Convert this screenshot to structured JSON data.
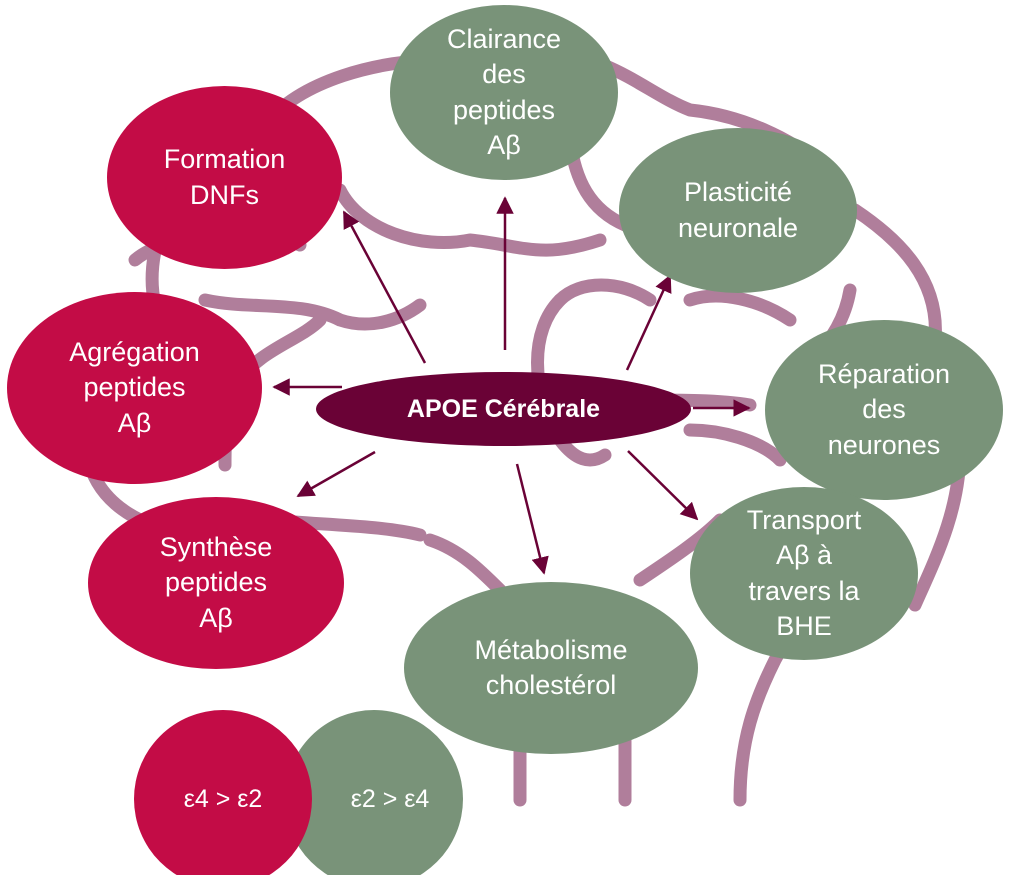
{
  "colors": {
    "risk": "#c30c46",
    "protective": "#799379",
    "center": "#6a0236",
    "brain": "#b07e9b",
    "arrow": "#6a0236"
  },
  "center": {
    "label": "APOE Cérébrale"
  },
  "nodes": {
    "clairance": "Clairance\ndes\npeptides\nAβ",
    "formation": "Formation\nDNFs",
    "plasticite": "Plasticité\nneuronale",
    "agregation": "Agrégation\npeptides\nAβ",
    "reparation": "Réparation\ndes\nneurones",
    "synthese": "Synthèse\npeptides\nAβ",
    "transport": "Transport\nAβ à\ntravers la\nBHE",
    "metabolisme": "Métabolisme\ncholestérol"
  },
  "legend": {
    "risk_label": "ε4 > ε2",
    "protective_label": "ε2 > ε4"
  }
}
